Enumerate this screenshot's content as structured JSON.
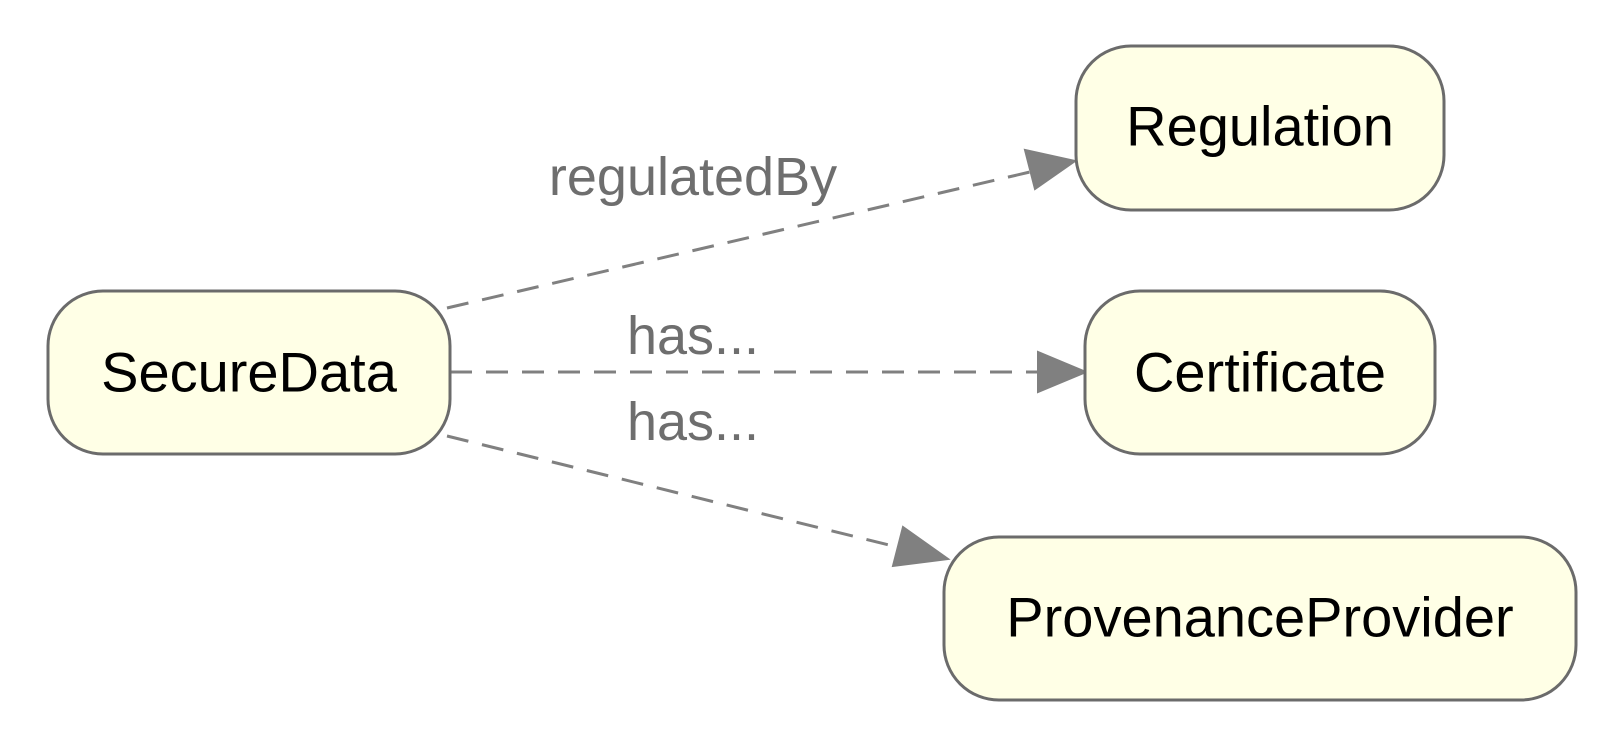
{
  "colors": {
    "node_fill": "#ffffe6",
    "node_stroke": "#6b6b6b",
    "edge": "#808080",
    "edge_label": "#6e6e6e"
  },
  "nodes": {
    "securedata": {
      "label": "SecureData"
    },
    "regulation": {
      "label": "Regulation"
    },
    "certificate": {
      "label": "Certificate"
    },
    "provenanceprovider": {
      "label": "ProvenanceProvider"
    }
  },
  "edges": {
    "regulatedby": {
      "from": "SecureData",
      "to": "Regulation",
      "label": "regulatedBy"
    },
    "has_certificate": {
      "from": "SecureData",
      "to": "Certificate",
      "label": "has..."
    },
    "has_provenance": {
      "from": "SecureData",
      "to": "ProvenanceProvider",
      "label": "has..."
    }
  }
}
